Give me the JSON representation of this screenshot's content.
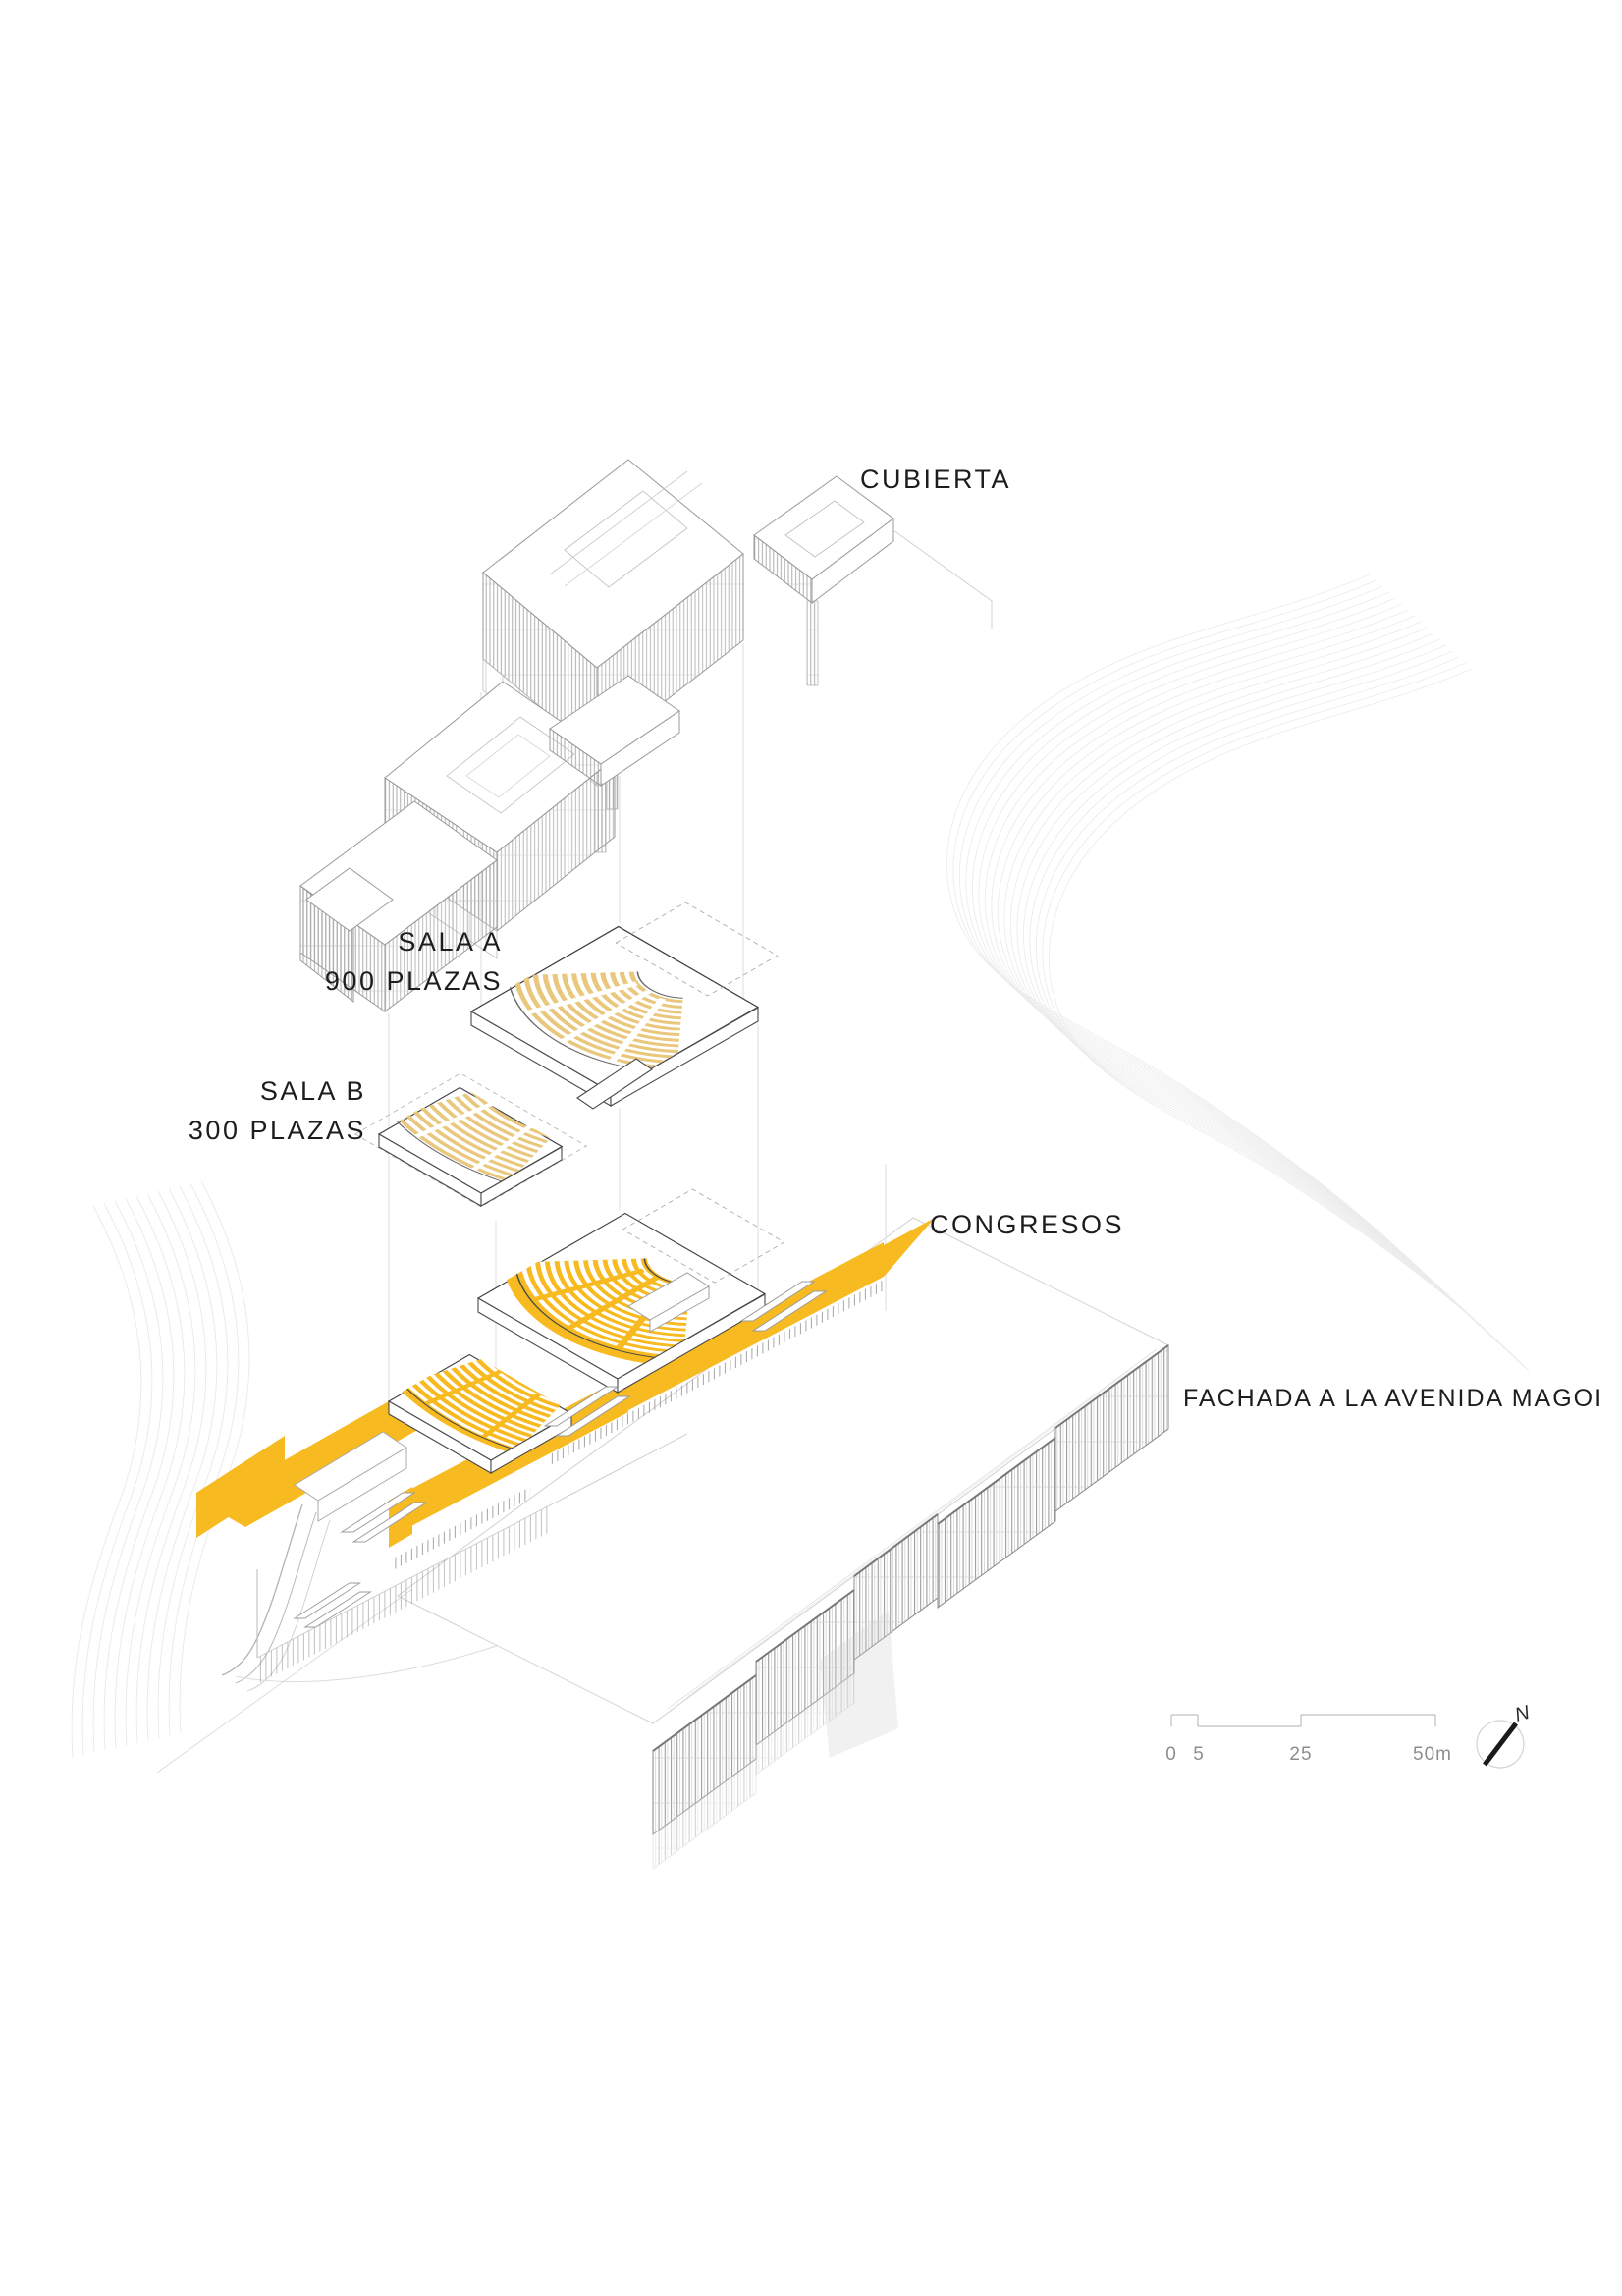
{
  "labels": {
    "cubierta": "CUBIERTA",
    "sala_a": {
      "line1": "SALA A",
      "line2": "900 PLAZAS"
    },
    "sala_b": {
      "line1": "SALA B",
      "line2": "300 PLAZAS"
    },
    "congresos": "CONGRESOS",
    "fachada": "FACHADA A LA AVENIDA MAGOI"
  },
  "scale_bar": {
    "ticks": [
      "0",
      "5",
      "25",
      "50m"
    ]
  },
  "compass": {
    "north": "N"
  },
  "colors": {
    "highlight_yellow": "#F7BA20",
    "seating_gold": "#E9C87E",
    "outline_dark": "#3D3D3D",
    "outline_grey": "#9A9A9A",
    "contour_grey": "#ECECEC"
  }
}
